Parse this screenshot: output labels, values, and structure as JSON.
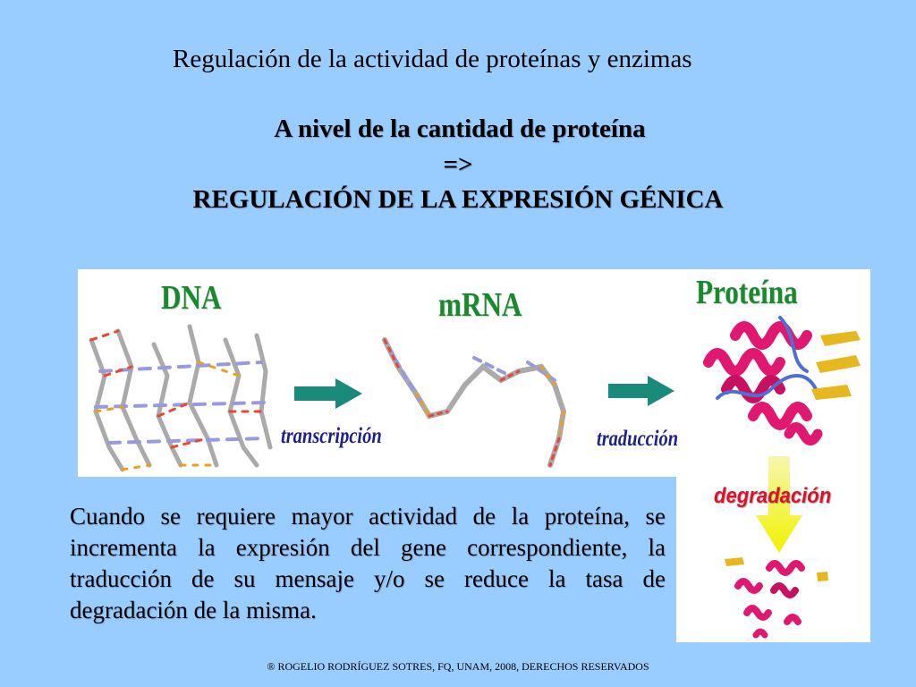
{
  "slide": {
    "title": "Regulación de la actividad de proteínas y enzimas",
    "heading_line1": "A nivel de la cantidad de proteína",
    "heading_line2": "=>",
    "heading_line3": "REGULACIÓN DE LA EXPRESIÓN GÉNICA",
    "paragraph": "Cuando se requiere mayor actividad de la proteína, se incrementa la expresión del gene correspondiente, la traducción de su mensaje y/o se reduce la tasa de degradación de la misma.",
    "footer": "® ROGELIO RODRÍGUEZ SOTRES, FQ, UNAM, 2008, DERECHOS RESERVADOS"
  },
  "diagram": {
    "dna_label": "DNA",
    "mrna_label": "mRNA",
    "protein_label": "Proteína",
    "step1_label": "transcripción",
    "step2_label": "traducción",
    "degradation_label": "degradación"
  },
  "colors": {
    "background": "#99ccff",
    "label_green": "#188a2e",
    "label_blue": "#1e1e8c",
    "degradation_red": "#e0102a",
    "arrow_teal": "#1a8a7a",
    "arrow_yellow": "#f2f200",
    "helix_pink": "#e01870",
    "sheet_gold": "#e6b820"
  }
}
